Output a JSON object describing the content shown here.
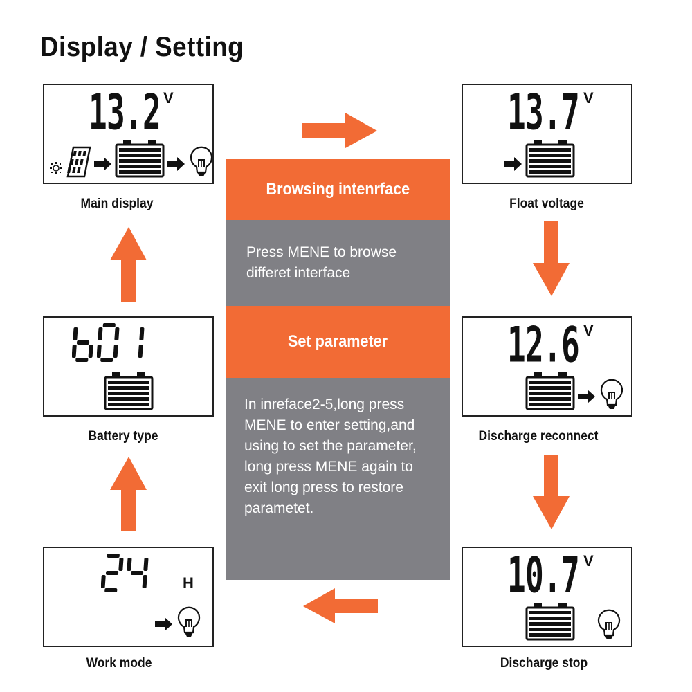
{
  "title": "Display / Setting",
  "colors": {
    "accent": "#F26B35",
    "panel_gray": "#808085",
    "lcd_ink": "#111111"
  },
  "center": {
    "browse_header": "Browsing intenrface",
    "browse_text": "Press MENE to browse differet interface",
    "set_header": "Set parameter",
    "set_text": "In inreface2-5,long press MENE to enter setting,and using to set the parameter, long press MENE again to exit long press to restore parametet."
  },
  "screens": [
    {
      "id": "main",
      "label": "Main display",
      "digits": "13.2",
      "unit": "V",
      "icons": [
        "sun-icon",
        "solar-panel-icon",
        "arrow-right-icon",
        "battery-icon",
        "arrow-right-icon",
        "bulb-icon"
      ]
    },
    {
      "id": "float",
      "label": "Float voltage",
      "digits": "13.7",
      "unit": "V",
      "icons": [
        "arrow-right-icon",
        "battery-icon"
      ]
    },
    {
      "id": "reconnect",
      "label": "Discharge reconnect",
      "digits": "12.6",
      "unit": "V",
      "icons": [
        "battery-icon",
        "arrow-right-icon",
        "bulb-icon"
      ]
    },
    {
      "id": "stop",
      "label": "Discharge stop",
      "digits": "10.7",
      "unit": "V",
      "icons": [
        "battery-icon",
        "spacer",
        "bulb-icon"
      ]
    },
    {
      "id": "battype",
      "label": "Battery type",
      "digits": "b01",
      "unit": "",
      "icons": [
        "battery-icon"
      ]
    },
    {
      "id": "workmode",
      "label": "Work mode",
      "digits": "24",
      "unit": "H",
      "icons": [
        "arrow-right-icon",
        "bulb-icon"
      ]
    }
  ],
  "flow_arrows": [
    "right",
    "down",
    "down",
    "left",
    "up",
    "up"
  ]
}
